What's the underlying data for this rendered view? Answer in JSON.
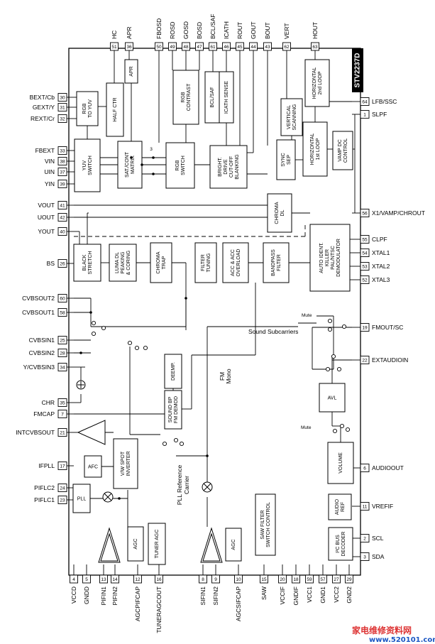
{
  "chip_name": "STV2237D",
  "top_pins": [
    {
      "num": "51",
      "label": "HC"
    },
    {
      "num": "36",
      "label": "APR"
    },
    {
      "num": "50",
      "label": "FBOSD"
    },
    {
      "num": "49",
      "label": "ROSD"
    },
    {
      "num": "48",
      "label": "GOSD"
    },
    {
      "num": "47",
      "label": "BOSD"
    },
    {
      "num": "61",
      "label": "BCL/SAF"
    },
    {
      "num": "46",
      "label": "ICATH"
    },
    {
      "num": "45",
      "label": "ROUT"
    },
    {
      "num": "44",
      "label": "GOUT"
    },
    {
      "num": "43",
      "label": "BOUT"
    },
    {
      "num": "62",
      "label": "VERT"
    },
    {
      "num": "63",
      "label": "HOUT"
    }
  ],
  "left_pins": [
    {
      "num": "30",
      "label": "BEXT/Cb"
    },
    {
      "num": "31",
      "label": "GEXT/Y"
    },
    {
      "num": "32",
      "label": "REXT/Cr"
    },
    {
      "num": "33",
      "label": "FBEXT"
    },
    {
      "num": "38",
      "label": "VIN"
    },
    {
      "num": "37",
      "label": "UIN"
    },
    {
      "num": "39",
      "label": "YIN"
    },
    {
      "num": "41",
      "label": "VOUT"
    },
    {
      "num": "42",
      "label": "UOUT"
    },
    {
      "num": "40",
      "label": "YOUT"
    },
    {
      "num": "26",
      "label": "BS"
    },
    {
      "num": "60",
      "label": "CVBSOUT2"
    },
    {
      "num": "58",
      "label": "CVBSOUT1"
    },
    {
      "num": "25",
      "label": "CVBSIN1"
    },
    {
      "num": "28",
      "label": "CVBSIN2"
    },
    {
      "num": "34",
      "label": "Y/CVBSIN3"
    },
    {
      "num": "35",
      "label": "CHR"
    },
    {
      "num": "7",
      "label": "FMCAP"
    },
    {
      "num": "21",
      "label": "INTCVBSOUT"
    },
    {
      "num": "17",
      "label": "IFPLL"
    },
    {
      "num": "24",
      "label": "PIFLC2"
    },
    {
      "num": "23",
      "label": "PIFLC1"
    }
  ],
  "right_pins": [
    {
      "num": "64",
      "label": "LFB/SSC"
    },
    {
      "num": "1",
      "label": "SLPF"
    },
    {
      "num": "56",
      "label": "X1/VAMP/CHROUT"
    },
    {
      "num": "55",
      "label": "CLPF"
    },
    {
      "num": "54",
      "label": "XTAL1"
    },
    {
      "num": "53",
      "label": "XTAL2"
    },
    {
      "num": "52",
      "label": "XTAL3"
    },
    {
      "num": "19",
      "label": "FMOUT/SC"
    },
    {
      "num": "22",
      "label": "EXTAUDIOIN"
    },
    {
      "num": "6",
      "label": "AUDIOOUT"
    },
    {
      "num": "11",
      "label": "VREFIF"
    },
    {
      "num": "2",
      "label": "SCL"
    },
    {
      "num": "3",
      "label": "SDA"
    }
  ],
  "bottom_pins": [
    {
      "num": "4",
      "label": "VCCD"
    },
    {
      "num": "5",
      "label": "GNDD"
    },
    {
      "num": "13",
      "label": "PIFIN1"
    },
    {
      "num": "14",
      "label": "PIFIN2"
    },
    {
      "num": "12",
      "label": "AGCPIFCAP"
    },
    {
      "num": "16",
      "label": "TUNERAGCOUT"
    },
    {
      "num": "8",
      "label": "SIFIN1"
    },
    {
      "num": "9",
      "label": "SIFIN2"
    },
    {
      "num": "10",
      "label": "AGCSIFCAP"
    },
    {
      "num": "15",
      "label": "SAW"
    },
    {
      "num": "20",
      "label": "VCCIF"
    },
    {
      "num": "18",
      "label": "GNDIF"
    },
    {
      "num": "59",
      "label": "VCC1"
    },
    {
      "num": "57",
      "label": "GND1"
    },
    {
      "num": "27",
      "label": "VCC2"
    },
    {
      "num": "29",
      "label": "GND2"
    }
  ],
  "blocks": [
    {
      "id": "rgb-to-yuv",
      "lines": [
        "RGB",
        "TO YUV"
      ]
    },
    {
      "id": "half-ctr",
      "lines": [
        "HALF CTR"
      ]
    },
    {
      "id": "apr",
      "lines": [
        "APR"
      ]
    },
    {
      "id": "rgb-contrast",
      "lines": [
        "RGB",
        "CONTRAST"
      ]
    },
    {
      "id": "bcl-saf",
      "lines": [
        "BCL/SAF"
      ]
    },
    {
      "id": "icath-sense",
      "lines": [
        "ICATH SENSE"
      ]
    },
    {
      "id": "yuv-switch",
      "lines": [
        "YUV",
        "SWITCH"
      ]
    },
    {
      "id": "sat-cont-matrix",
      "lines": [
        "SAT./CONT",
        "MATRIX"
      ]
    },
    {
      "id": "rgb-switch",
      "lines": [
        "RGB",
        "SWITCH"
      ]
    },
    {
      "id": "bright-drive",
      "lines": [
        "BRIGHT.",
        "DRIVE",
        "CUT-OFF",
        "BLANKING"
      ]
    },
    {
      "id": "vertical-scanning",
      "lines": [
        "VERTICAL",
        "SCANNING"
      ]
    },
    {
      "id": "sync-sep",
      "lines": [
        "SYNC",
        "SEP"
      ]
    },
    {
      "id": "horizontal-2nd",
      "lines": [
        "HORIZONTAL",
        "2nd LOOP"
      ]
    },
    {
      "id": "horizontal-1st",
      "lines": [
        "HORIZONTAL",
        "1st LOOP"
      ]
    },
    {
      "id": "vamp-dc",
      "lines": [
        "VAMP DC",
        "CONTROL"
      ]
    },
    {
      "id": "chroma-dl",
      "lines": [
        "CHROMA",
        "DL"
      ]
    },
    {
      "id": "black-stretch",
      "lines": [
        "BLACK",
        "STRETCH"
      ]
    },
    {
      "id": "luma-dl",
      "lines": [
        "LUMA DL",
        "PEAKING",
        "& CORING"
      ]
    },
    {
      "id": "chroma-trap",
      "lines": [
        "CHROMA",
        "TRAP"
      ]
    },
    {
      "id": "filter-tuning",
      "lines": [
        "FILTER",
        "TUNING"
      ]
    },
    {
      "id": "acc-overload",
      "lines": [
        "ACC & ACC",
        "OVERLOAD"
      ]
    },
    {
      "id": "bandpass-filter",
      "lines": [
        "BANDPASS",
        "FILTER"
      ]
    },
    {
      "id": "auto-ident",
      "lines": [
        "AUTO IDENT.",
        "KILLER",
        "PAL/NTSC",
        "DEMODULATOR"
      ]
    },
    {
      "id": "deemp",
      "lines": [
        "DEEMP."
      ]
    },
    {
      "id": "sound-bp",
      "lines": [
        "SOUND BP",
        "FM DEMOD"
      ]
    },
    {
      "id": "avl",
      "lines": [
        "AVL"
      ]
    },
    {
      "id": "volume",
      "lines": [
        "VOLUME"
      ]
    },
    {
      "id": "afc",
      "lines": [
        "AFC"
      ]
    },
    {
      "id": "vw-spot",
      "lines": [
        "V/W SPOT",
        "INVERTER"
      ]
    },
    {
      "id": "pll",
      "lines": [
        "PLL"
      ]
    },
    {
      "id": "agc-pif",
      "lines": [
        "AGC"
      ]
    },
    {
      "id": "tuner-agc",
      "lines": [
        "TUNER AGC"
      ]
    },
    {
      "id": "agc-sif",
      "lines": [
        "AGC"
      ]
    },
    {
      "id": "saw-filter",
      "lines": [
        "SAW FILTER",
        "SWITCH CONTROL"
      ]
    },
    {
      "id": "audio-ref",
      "lines": [
        "AUDIO",
        "REF"
      ]
    },
    {
      "id": "pc-bus",
      "lines": [
        "I²C BUS",
        "DECODER"
      ]
    }
  ],
  "annotations": {
    "sound_subcarriers": "Sound Subcarriers",
    "mute_top": "Mute",
    "mute_bottom": "Mute",
    "fm_mono_1": "FM",
    "fm_mono_2": "Mono",
    "pll_ref_1": "PLL Reference",
    "pll_ref_2": "Carrier",
    "bus_number": "3"
  },
  "watermark": {
    "cn": "家电维修资料网",
    "url": "www.520101.com"
  }
}
